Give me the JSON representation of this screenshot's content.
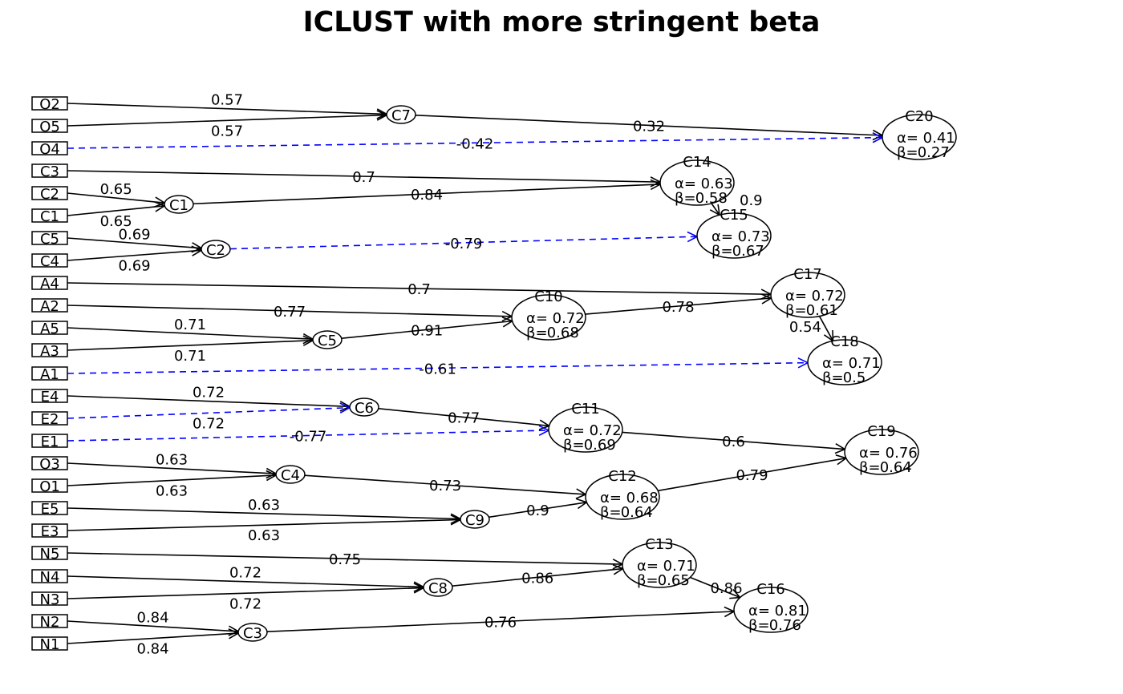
{
  "title": "ICLUST with more stringent beta",
  "colors": {
    "positive": "#000000",
    "negative": "#0000ff"
  },
  "variables": [
    "O2",
    "O5",
    "O4",
    "C3",
    "C2",
    "C1",
    "C5",
    "C4",
    "A4",
    "A2",
    "A5",
    "A3",
    "A1",
    "E4",
    "E2",
    "E1",
    "O3",
    "O1",
    "E5",
    "E3",
    "N5",
    "N4",
    "N3",
    "N2",
    "N1"
  ],
  "clusters": [
    {
      "id": "C7"
    },
    {
      "id": "C1"
    },
    {
      "id": "C2"
    },
    {
      "id": "C5"
    },
    {
      "id": "C6"
    },
    {
      "id": "C4"
    },
    {
      "id": "C9"
    },
    {
      "id": "C8"
    },
    {
      "id": "C3"
    },
    {
      "id": "C20",
      "alpha": "0.41",
      "beta": "0.27"
    },
    {
      "id": "C14",
      "alpha": "0.63",
      "beta": "0.58"
    },
    {
      "id": "C15",
      "alpha": "0.73",
      "beta": "0.67"
    },
    {
      "id": "C17",
      "alpha": "0.72",
      "beta": "0.61"
    },
    {
      "id": "C10",
      "alpha": "0.72",
      "beta": "0.68"
    },
    {
      "id": "C18",
      "alpha": "0.71",
      "beta": "0.5"
    },
    {
      "id": "C11",
      "alpha": "0.72",
      "beta": "0.69"
    },
    {
      "id": "C19",
      "alpha": "0.76",
      "beta": "0.64"
    },
    {
      "id": "C12",
      "alpha": "0.68",
      "beta": "0.64"
    },
    {
      "id": "C13",
      "alpha": "0.71",
      "beta": "0.65"
    },
    {
      "id": "C16",
      "alpha": "0.81",
      "beta": "0.76"
    }
  ],
  "edges": [
    {
      "from": "O2",
      "to": "C7",
      "label": "0.57",
      "negative": false
    },
    {
      "from": "O5",
      "to": "C7",
      "label": "0.57",
      "negative": false
    },
    {
      "from": "C7",
      "to": "C20",
      "label": "0.32",
      "negative": false
    },
    {
      "from": "O4",
      "to": "C20",
      "label": "-0.42",
      "negative": true
    },
    {
      "from": "C3",
      "to": "C14",
      "label": "0.7",
      "negative": false
    },
    {
      "from": "C2",
      "to": "C1",
      "label": "0.65",
      "negative": false
    },
    {
      "from": "C1",
      "to": "C1",
      "label": "0.65",
      "negative": false
    },
    {
      "from": "C1c",
      "to": "C14",
      "label": "0.84",
      "negative": false
    },
    {
      "from": "C14",
      "to": "C15",
      "label": "0.9",
      "negative": false
    },
    {
      "from": "C5",
      "to": "C2",
      "label": "0.69",
      "negative": false
    },
    {
      "from": "C4",
      "to": "C2",
      "label": "0.69",
      "negative": false
    },
    {
      "from": "C2c",
      "to": "C15",
      "label": "-0.79",
      "negative": true
    },
    {
      "from": "A4",
      "to": "C17",
      "label": "0.7",
      "negative": false
    },
    {
      "from": "A2",
      "to": "C10",
      "label": "0.77",
      "negative": false
    },
    {
      "from": "A5",
      "to": "C5",
      "label": "0.71",
      "negative": false
    },
    {
      "from": "A3",
      "to": "C5",
      "label": "0.71",
      "negative": false
    },
    {
      "from": "C5c",
      "to": "C10",
      "label": "0.91",
      "negative": false
    },
    {
      "from": "C10",
      "to": "C17",
      "label": "0.78",
      "negative": false
    },
    {
      "from": "C17",
      "to": "C18",
      "label": "0.54",
      "negative": false
    },
    {
      "from": "A1",
      "to": "C18",
      "label": "-0.61",
      "negative": true
    },
    {
      "from": "E4",
      "to": "C6",
      "label": "0.72",
      "negative": false
    },
    {
      "from": "E2",
      "to": "C6",
      "label": "0.72",
      "negative": true
    },
    {
      "from": "C6",
      "to": "C11",
      "label": "0.77",
      "negative": false
    },
    {
      "from": "E1",
      "to": "C11",
      "label": "-0.77",
      "negative": true
    },
    {
      "from": "C11",
      "to": "C19",
      "label": "0.6",
      "negative": false
    },
    {
      "from": "O3",
      "to": "C4",
      "label": "0.63",
      "negative": false
    },
    {
      "from": "O1",
      "to": "C4",
      "label": "0.63",
      "negative": false
    },
    {
      "from": "C4c",
      "to": "C12",
      "label": "0.73",
      "negative": false
    },
    {
      "from": "C12",
      "to": "C19",
      "label": "0.79",
      "negative": false
    },
    {
      "from": "E5",
      "to": "C9",
      "label": "0.63",
      "negative": false
    },
    {
      "from": "E3",
      "to": "C9",
      "label": "0.63",
      "negative": false
    },
    {
      "from": "C9",
      "to": "C12",
      "label": "0.9",
      "negative": false
    },
    {
      "from": "N5",
      "to": "C13",
      "label": "0.75",
      "negative": false
    },
    {
      "from": "N4",
      "to": "C8",
      "label": "0.72",
      "negative": false
    },
    {
      "from": "N3",
      "to": "C8",
      "label": "0.72",
      "negative": false
    },
    {
      "from": "C8",
      "to": "C13",
      "label": "0.86",
      "negative": false
    },
    {
      "from": "C13",
      "to": "C16",
      "label": "0.86",
      "negative": false
    },
    {
      "from": "N2",
      "to": "C3",
      "label": "0.84",
      "negative": false
    },
    {
      "from": "N1",
      "to": "C3",
      "label": "0.84",
      "negative": false
    },
    {
      "from": "C3c",
      "to": "C16",
      "label": "0.76",
      "negative": false
    }
  ],
  "symbols": {
    "alpha": "α=",
    "beta": "β="
  }
}
